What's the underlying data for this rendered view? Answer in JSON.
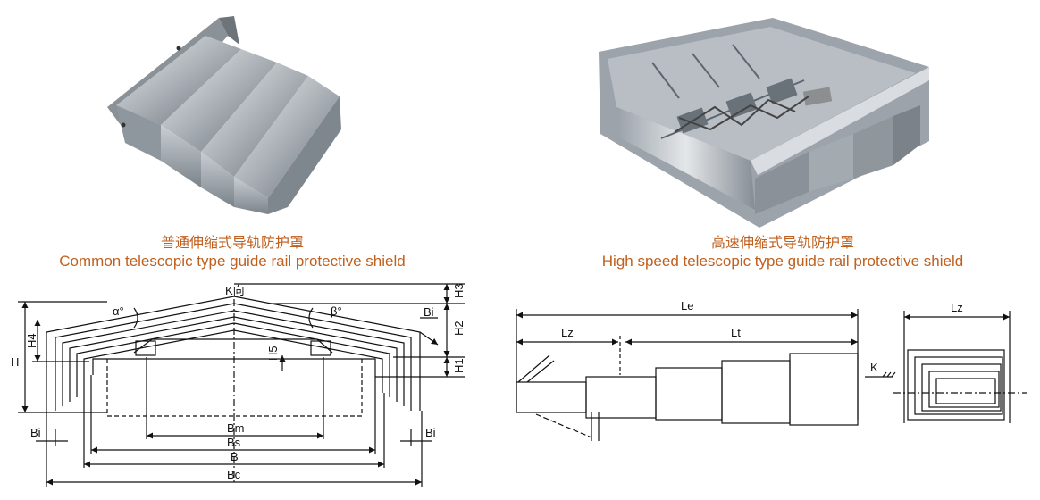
{
  "products": [
    {
      "caption_zh": "普通伸缩式导轨防护罩",
      "caption_en": "Common telescopic type guide rail protective shield"
    },
    {
      "caption_zh": "高速伸缩式导轨防护罩",
      "caption_en": "High speed telescopic type guide rail protective shield"
    }
  ],
  "drawing1": {
    "view": "K向",
    "alpha": "α°",
    "beta": "β°",
    "H": "H",
    "H1": "H1",
    "H2": "H2",
    "H3": "H3",
    "H4": "H4",
    "H5": "H5",
    "Bi_top": "Bi",
    "Bi_left": "Bi",
    "Bi_right": "Bi",
    "Bm": "Bm",
    "Bs": "Bs",
    "B": "B",
    "Bc": "Bc"
  },
  "drawing2": {
    "Le": "Le",
    "Lz": "Lz",
    "Lt": "Lt"
  },
  "drawing3": {
    "Lz": "Lz",
    "K": "K"
  },
  "colors": {
    "caption": "#c0601e",
    "metal_light": "#d7dade",
    "metal_dark": "#6f767d"
  }
}
